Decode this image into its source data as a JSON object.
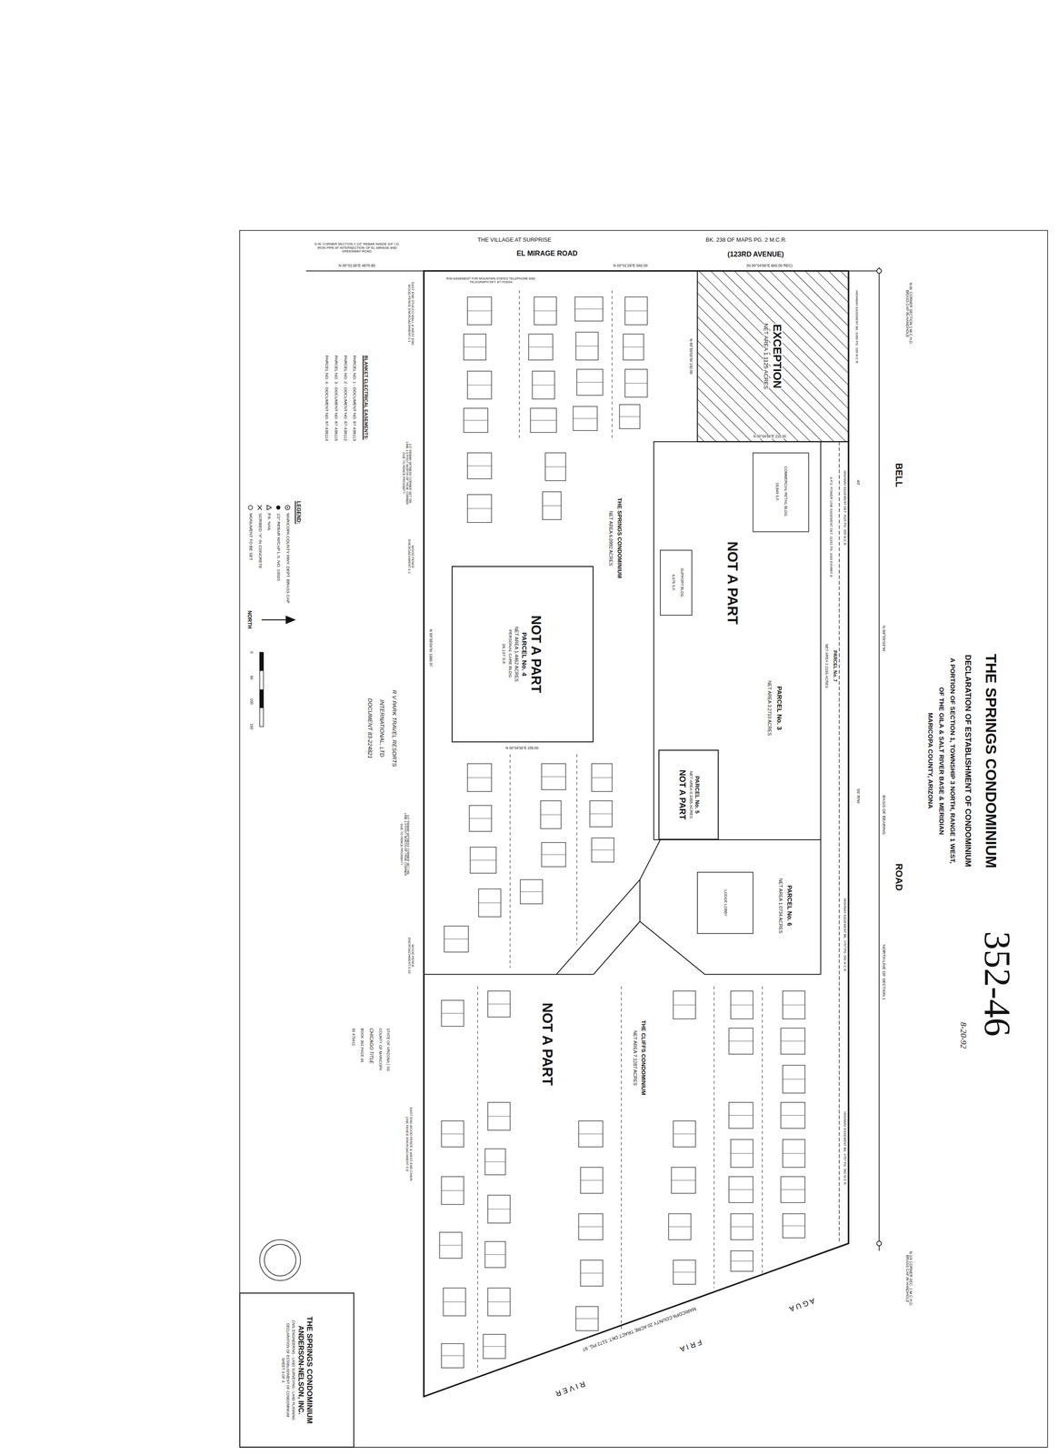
{
  "diagram": {
    "title": "THE SPRINGS CONDOMINIUM",
    "nodes": [
      {
        "text": [
          "EXCEPTION",
          "NET AREA 1.1125 ACRES"
        ]
      },
      {
        "text": [
          "NOT A PART",
          "PARCEL No. 4",
          "NET AREA 1.4462 ACRES",
          "PERSONAL CARE BLDG.",
          "26,137 S.F."
        ]
      },
      {
        "text": [
          "PARCEL No. 5",
          "NET AREA 0.3355 ACRES",
          "NOT A PART"
        ]
      },
      {
        "text": [
          "THE SPRINGS CONDOMINIUM",
          "ANDERSON-NELSON, INC.",
          "CIVIL ENGINEERING - LAND SURVEYING - LAND PLANNING",
          "DECLARATION OF ESTABLISHMENT OF CONDOMINIUM",
          "SHEET 3 OF 3"
        ]
      }
    ],
    "labels": [
      "DECLARATION OF ESTABLISHMENT OF CONDOMINIUM",
      "A PORTION OF SECTION 1, TOWNSHIP 3 NORTH, RANGE 1 WEST,",
      "OF THE GILA & SALT RIVER BASE & MERIDIAN",
      "MARICOPA COUNTY, ARIZONA",
      "352-46",
      "8-20-92",
      "BELL",
      "ROAD",
      "N 89°55'04\"W",
      "BASIS OF BEARING",
      "NORTH LINE OF SECTION 1",
      "N.W. CORNER SECTION 1 M.C.H.D. BRASS CAP IN HANDHOLE",
      "N 1/4 CORNER SEC. 1 M.C.H.D. BRASS CAP IN HANDHOLE",
      "40'",
      "55' R/W",
      "HIGHWAY EASEMENT BK. 6368 PG. 339 M.C.R.",
      "HIGHWAY EASEMENT DKT. 4525 PG. 555 M.C.R.",
      "A.P.S. POWER LINE EASEMENT DKT. 11261 PG. 1083 EXHIBIT A",
      "PARCEL No. 7",
      "NET AREA 2.2155 ACRES",
      "HIGHWAY EASEMENT BK. 4767 PG. 560 M.C.R.",
      "HIGHWAY EASEMENT BK. 4767 PG. 560 M.C.R.",
      "THE VILLAGE AT SURPRISE",
      "BK. 238 OF MAPS PG. 2 M.C.R.",
      "EL MIRAGE ROAD",
      "(123RD AVENUE)",
      "N 00°01'26\"E 660.00",
      "(N 00°04'56\"E 660.00 REC)",
      "N 00°01'26\"E 4870.80",
      "S.W. CORNER SECTION 1 1/2\" REBAR INSIDE 3/4\" I.D. IRON PIPE AT INTERSECTION OF EL MIRAGE AND GREENWAY ROAD.",
      "R/W EASEMENT FOR MOUNTAIN STATES TELEPHONE AND TELEGRAPH DKT. 87-703034",
      "NOT A PART",
      "PARCEL No. 3",
      "NET AREA 3.2710 ACRES",
      "COMMERCIAL RETAIL BLDG.",
      "18,849 S.F.",
      "SUPPORT BLDG.",
      "6,475 S.F.",
      "THE SPRINGS CONDOMINIUM",
      "NET AREA 6.0992 ACRES",
      "PARCEL No. 6",
      "NET AREA 1.0734 ACRES",
      "LODGE LOBBY",
      "THE CLIFFS CONDOMINIUM",
      "NET AREA 7.1287 ACRES",
      "NOT A PART",
      "MARICOPA COUNTY 20 ACRE TRACT DKT. 5172 PG. 97",
      "A G U A",
      "F R I A",
      "R I V E R",
      "R V PARK TRAVEL RESORTS",
      "INTERNATIONAL, LTD",
      "DOCUMENT 83-224821",
      "LEGEND:",
      "BLANKET ELECTRICAL EASEMENTS:",
      "PARCEL NO. 1 - DOCUMENT NO. 87-438113",
      "PARCEL NO. 2 - DOCUMENT NO. 87-438112",
      "PARCEL NO. 3 - DOCUMENT NO. 87-438115",
      "PARCEL NO. 4 - DOCUMENT NO. 87-438114",
      "EAST END STUCCO WALL & WEST END WOOD FENCE ENCROACHMENT 0.1'",
      "1/2\" REBAR WITNESS CORNER SET ON LINE 1.0 FOOT NORTH OF TRUE CORNER DUE TO FENCE PROXIMITY",
      "WOOD FENCE ENCROACHMENT 0.1'",
      "1/2\" REBAR WITNESS CORNER SET ON LINE 1.0 FOOT NORTH OF TRUE CORNER DUE TO FENCE PROXIMITY",
      "WOOD FENCE ENCROACHMENT 0.33'",
      "EAST END WOOD FENCE & WEST END CHAIN LINK FENCE ENCROACHMENT 0.8'",
      "STATE OF ARIZONA } SS",
      "COUNTY OF MARICOPA",
      "CHICAGO TITLE",
      "BOOK 352 PAGE 46",
      "92 470412",
      "0",
      "50",
      "100",
      "150",
      "NORTH",
      "N 89°55'04\"W 192.00",
      "N 00°04'56\"E 215.00",
      "N 00°04'56\"E 205.00",
      "N 89°55'04\"W 1580.97"
    ],
    "legend": [
      {
        "text": "MARICOPA COUNTY HWY. DEPT. BRASS CAP"
      },
      {
        "text": "1/2\" REBAR W/CAP L.S. NO. 10020"
      },
      {
        "text": "P.K. NAIL"
      },
      {
        "text": "SCRIBED \"X\" IN CONCRETE"
      },
      {
        "text": "MONUMENT TO BE SET"
      }
    ]
  }
}
